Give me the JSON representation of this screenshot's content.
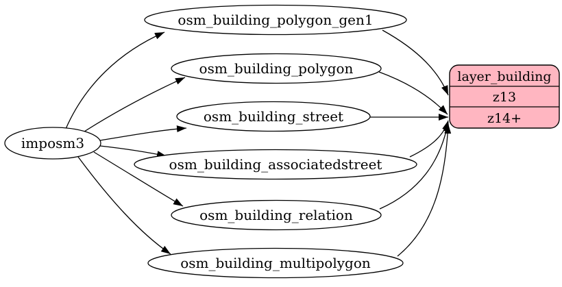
{
  "diagram": {
    "type": "graphviz-etl-flow",
    "colors": {
      "background": "#ffffff",
      "edge": "#000000",
      "table_fill": "#ffffff",
      "table_stroke": "#000000",
      "layer_fill": "#ffb6c1",
      "text": "#000000"
    },
    "source": {
      "label": "imposm3"
    },
    "tables": [
      {
        "label": "osm_building_polygon_gen1"
      },
      {
        "label": "osm_building_polygon"
      },
      {
        "label": "osm_building_street"
      },
      {
        "label": "osm_building_associatedstreet"
      },
      {
        "label": "osm_building_relation"
      },
      {
        "label": "osm_building_multipolygon"
      }
    ],
    "layer": {
      "title": "layer_building",
      "rows": [
        "z13",
        "z14+"
      ]
    },
    "edges": [
      {
        "from": "imposm3",
        "to": "osm_building_polygon_gen1"
      },
      {
        "from": "imposm3",
        "to": "osm_building_polygon"
      },
      {
        "from": "imposm3",
        "to": "osm_building_street"
      },
      {
        "from": "imposm3",
        "to": "osm_building_associatedstreet"
      },
      {
        "from": "imposm3",
        "to": "osm_building_relation"
      },
      {
        "from": "imposm3",
        "to": "osm_building_multipolygon"
      },
      {
        "from": "osm_building_polygon_gen1",
        "to": "layer_building.z13"
      },
      {
        "from": "osm_building_polygon",
        "to": "layer_building.z14+"
      },
      {
        "from": "osm_building_street",
        "to": "layer_building.z14+"
      },
      {
        "from": "osm_building_associatedstreet",
        "to": "layer_building.z14+"
      },
      {
        "from": "osm_building_relation",
        "to": "layer_building.z14+"
      },
      {
        "from": "osm_building_multipolygon",
        "to": "layer_building.z14+"
      }
    ]
  }
}
